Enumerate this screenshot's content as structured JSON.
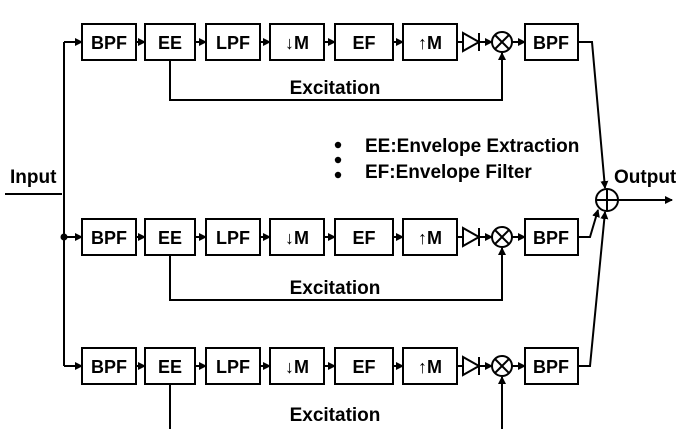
{
  "input_label": "Input",
  "output_label": "Output",
  "legend": {
    "ee": "EE:Envelope Extraction",
    "ef": "EF:Envelope Filter"
  },
  "excitation_label": "Excitation",
  "channels": [
    {
      "blocks": [
        "BPF",
        "EE",
        "LPF",
        "↓M",
        "EF",
        "↑M"
      ],
      "post_block": "BPF"
    },
    {
      "blocks": [
        "BPF",
        "EE",
        "LPF",
        "↓M",
        "EF",
        "↑M"
      ],
      "post_block": "BPF"
    },
    {
      "blocks": [
        "BPF",
        "EE",
        "LPF",
        "↓M",
        "EF",
        "↑M"
      ],
      "post_block": "BPF"
    }
  ]
}
